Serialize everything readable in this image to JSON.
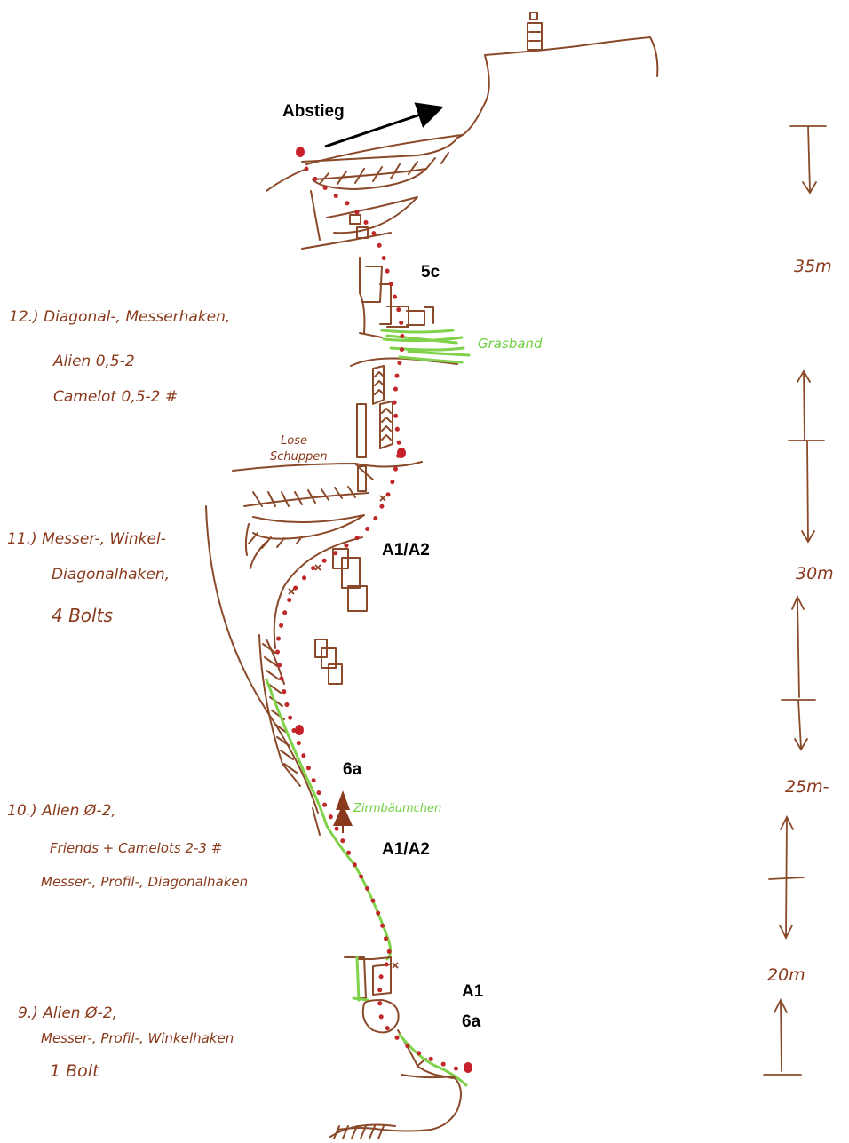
{
  "labels": {
    "descent": "Abstieg",
    "grades": [
      "5c",
      "A1/A2",
      "6a",
      "A1/A2",
      "A1",
      "6a"
    ],
    "grass_ledge": "Grasband",
    "loose_flakes": [
      "Lose",
      "Schuppen"
    ],
    "pine": "Zirmbäumchen"
  },
  "pitches": [
    {
      "id": "12",
      "lines": [
        "12.) Diagonal-, Messerhaken,",
        "Alien 0,5-2",
        "Camelot 0,5-2 #"
      ]
    },
    {
      "id": "11",
      "lines": [
        "11.) Messer-, Winkel-",
        "Diagonalhaken,",
        "4 Bolts"
      ]
    },
    {
      "id": "10",
      "lines": [
        "10.) Alien Ø-2,",
        "Friends + Camelots 2-3 #",
        "Messer-, Profil-, Diagonalhaken"
      ]
    },
    {
      "id": "9",
      "lines": [
        "9.) Alien Ø-2,",
        "Messer-, Profil-, Winkelhaken",
        "1 Bolt"
      ]
    }
  ],
  "scale": [
    "35m",
    "30m",
    "25m-",
    "20m"
  ],
  "colors": {
    "rock": "#8a4a2a",
    "route": "#c0282a",
    "grass": "#7fd24a",
    "text": "#8a3a1c"
  }
}
